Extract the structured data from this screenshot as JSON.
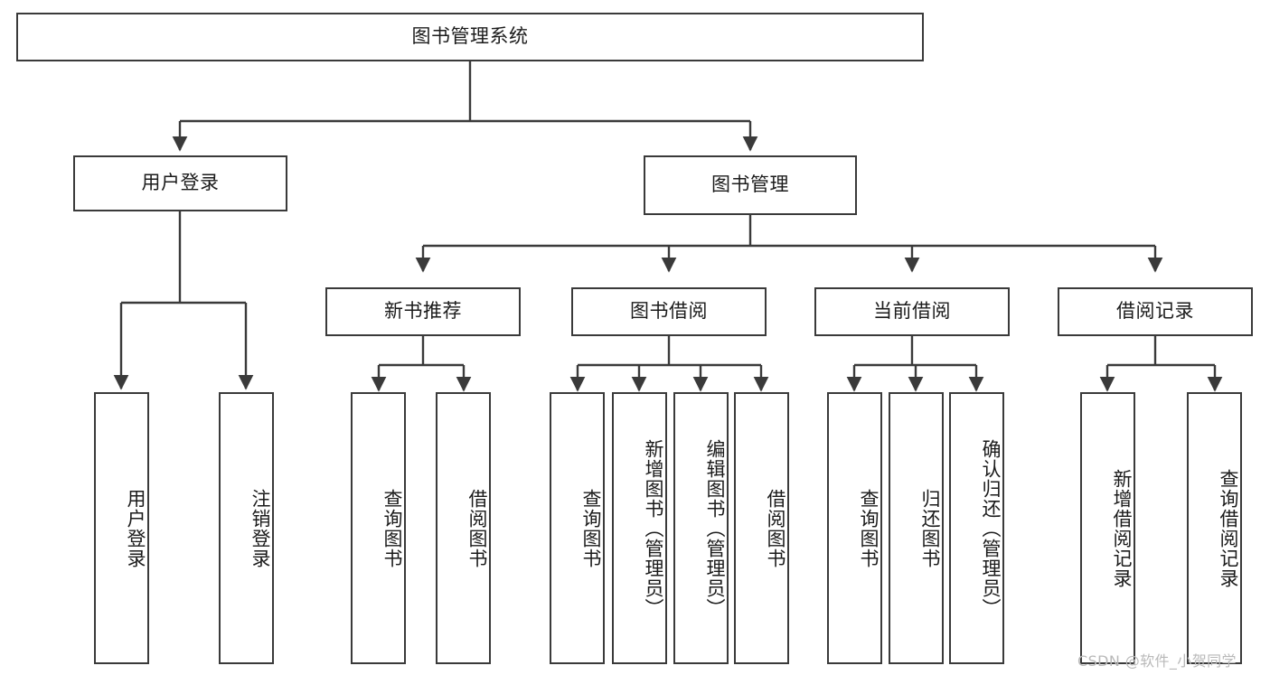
{
  "diagram": {
    "title": "图书管理系统",
    "type": "tree-hierarchy",
    "watermark": "CSDN @软件_小贺同学",
    "colors": {
      "stroke": "#3a3a3a",
      "fill": "#ffffff",
      "text": "#1b1b1b",
      "watermark": "#b9b9b9"
    },
    "root": {
      "label": "图书管理系统",
      "orientation": "horizontal"
    },
    "level2": [
      {
        "label": "用户登录",
        "orientation": "horizontal"
      },
      {
        "label": "图书管理",
        "orientation": "horizontal"
      }
    ],
    "level3": [
      {
        "label": "新书推荐",
        "orientation": "horizontal"
      },
      {
        "label": "图书借阅",
        "orientation": "horizontal"
      },
      {
        "label": "当前借阅",
        "orientation": "horizontal"
      },
      {
        "label": "借阅记录",
        "orientation": "horizontal"
      }
    ],
    "leaves": {
      "user_login": [
        {
          "label": "用户登录",
          "orientation": "vertical"
        },
        {
          "label": "注销登录",
          "orientation": "vertical"
        }
      ],
      "new_book_recommend": [
        {
          "label": "查询图书",
          "orientation": "vertical"
        },
        {
          "label": "借阅图书",
          "orientation": "vertical"
        }
      ],
      "book_borrow": [
        {
          "label": "查询图书",
          "orientation": "vertical"
        },
        {
          "label": "新增图书（管理员）",
          "orientation": "vertical"
        },
        {
          "label": "编辑图书（管理员）",
          "orientation": "vertical"
        },
        {
          "label": "借阅图书",
          "orientation": "vertical"
        }
      ],
      "current_borrow": [
        {
          "label": "查询图书",
          "orientation": "vertical"
        },
        {
          "label": "归还图书",
          "orientation": "vertical"
        },
        {
          "label": "确认归还（管理员）",
          "orientation": "vertical"
        }
      ],
      "borrow_record": [
        {
          "label": "新增借阅记录",
          "orientation": "vertical"
        },
        {
          "label": "查询借阅记录",
          "orientation": "vertical"
        }
      ]
    }
  }
}
